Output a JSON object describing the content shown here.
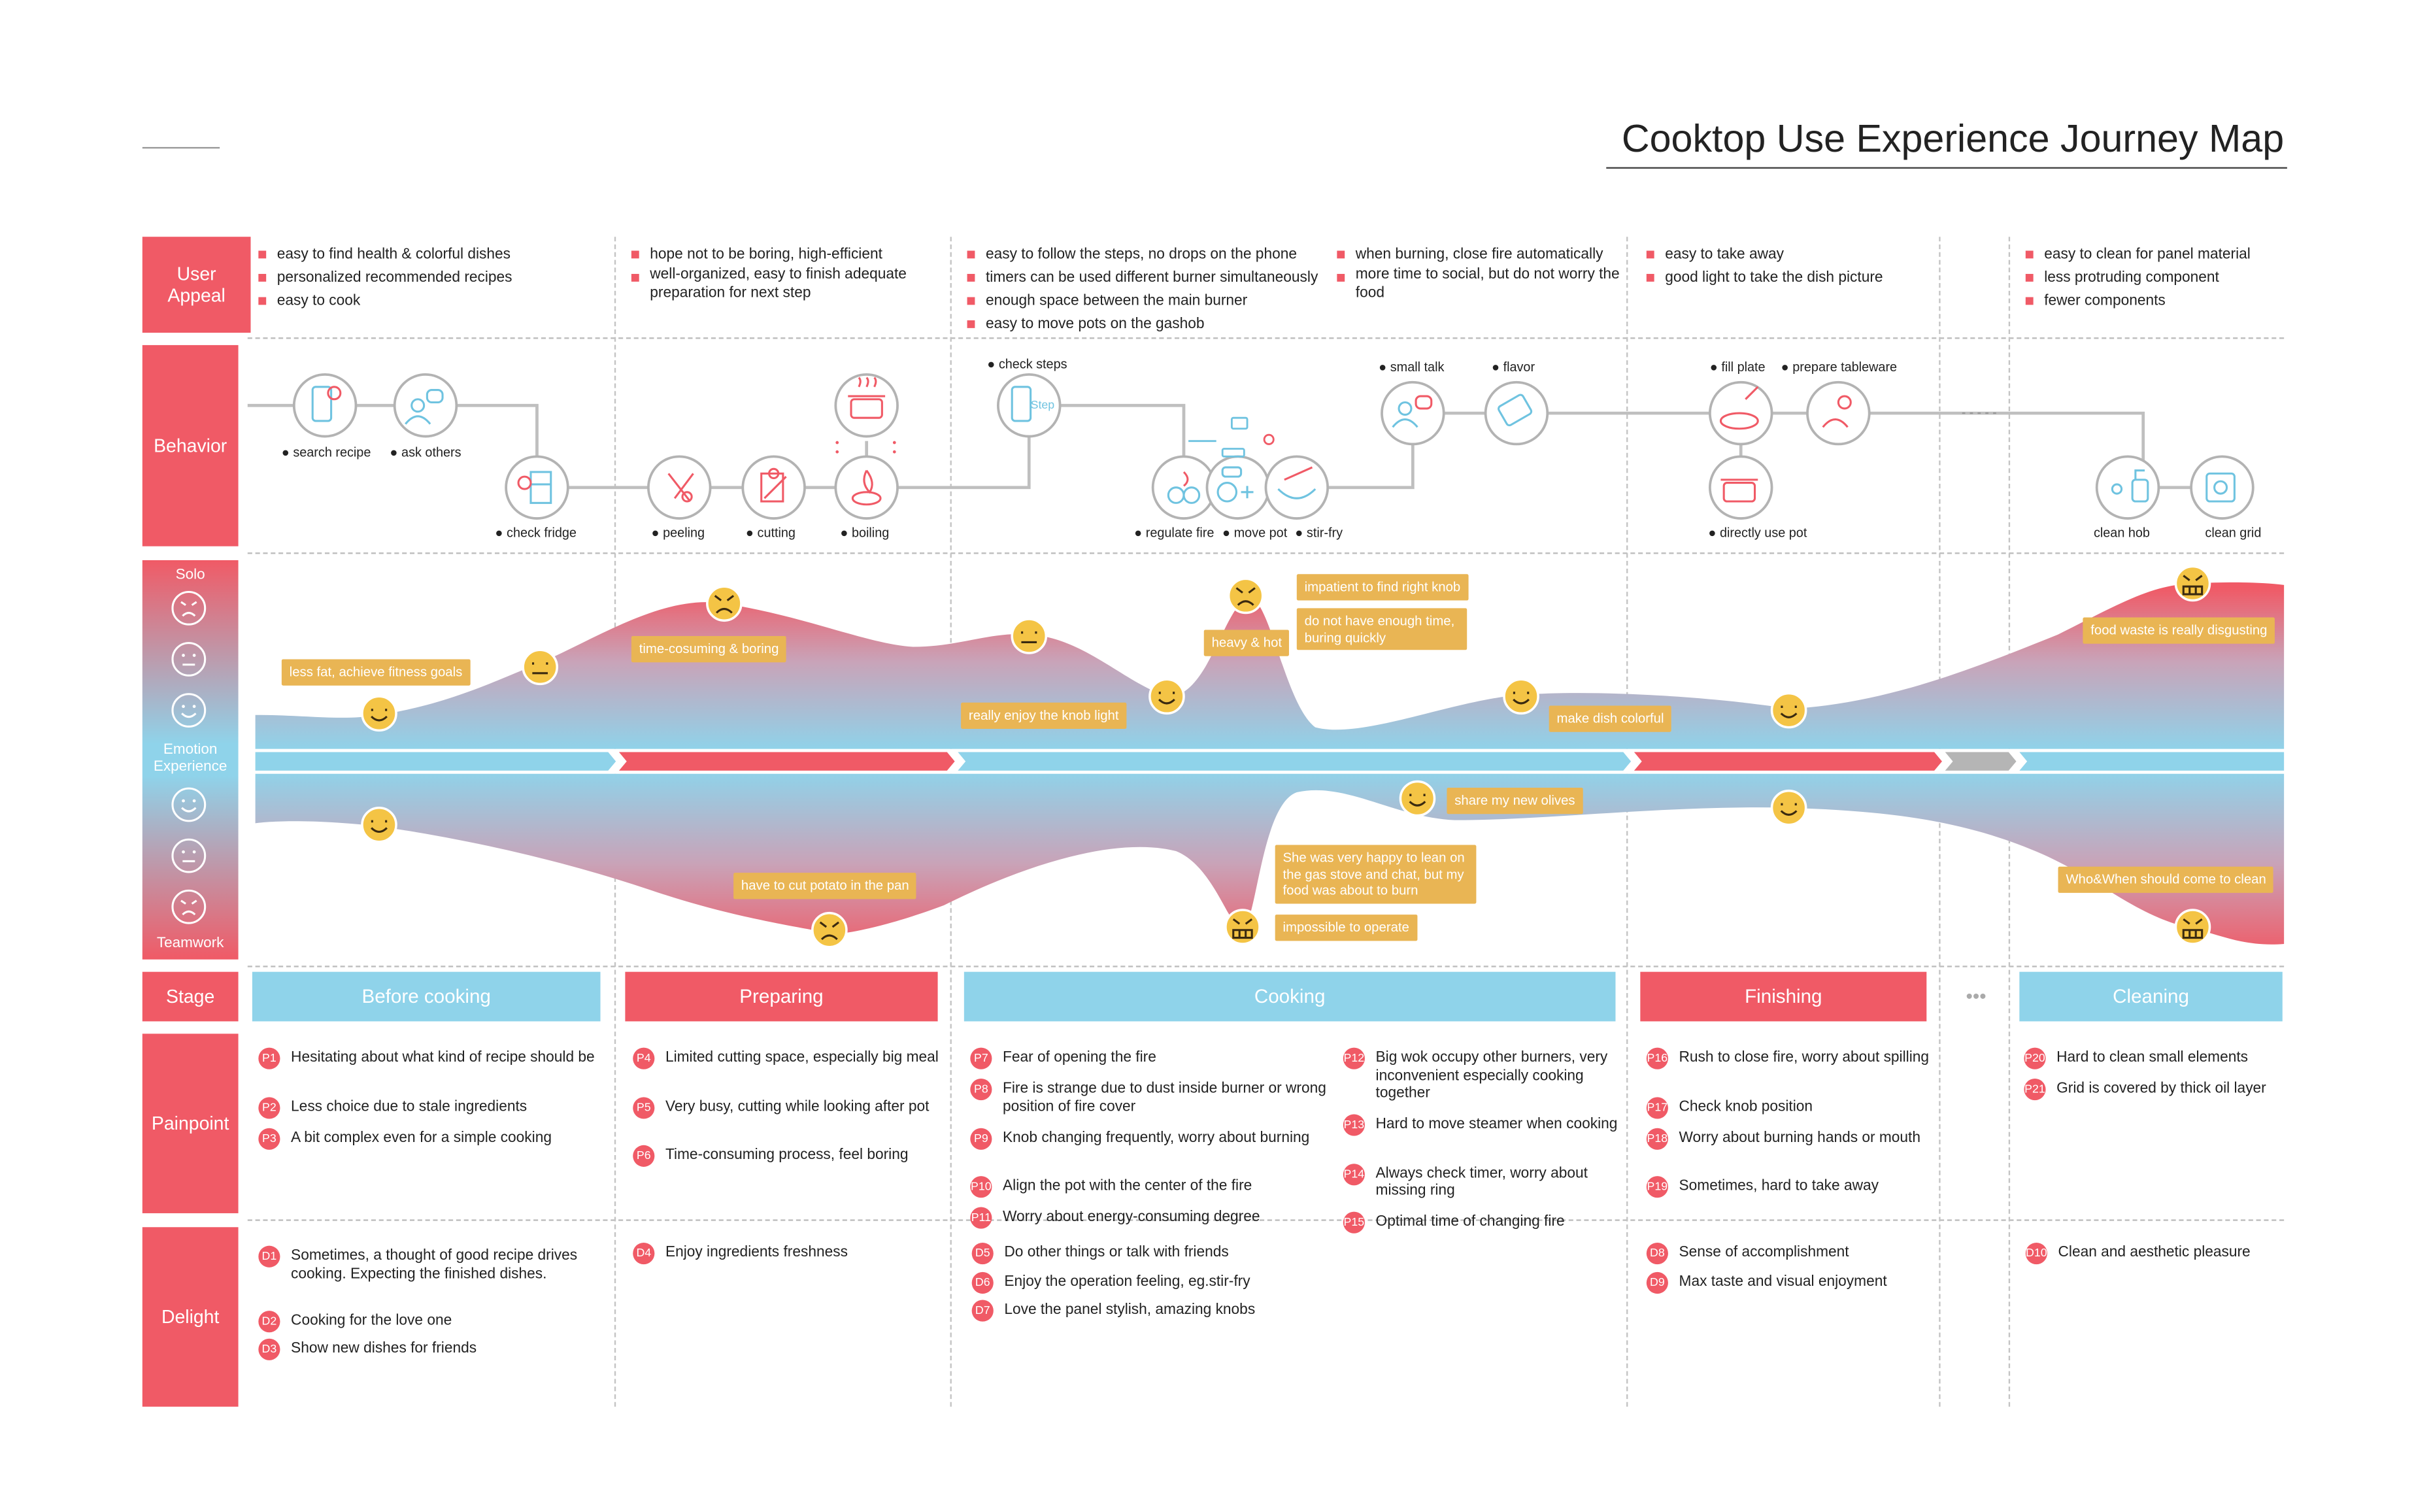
{
  "title": "Cooktop Use Experience Journey Map",
  "rows": {
    "user_appeal": "User Appeal",
    "behavior": "Behavior",
    "emotion_solo": "Solo",
    "emotion_mid": "Emotion Experience",
    "emotion_team": "Teamwork",
    "stage": "Stage",
    "painpoint": "Painpoint",
    "delight": "Delight"
  },
  "user_appeal": [
    [
      "easy to find health & colorful dishes",
      "personalized recommended recipes",
      "easy to cook"
    ],
    [
      "hope not to be boring, high-efficient",
      "well-organized,  easy to finish adequate preparation for next step"
    ],
    [
      "easy to follow the steps, no drops on the phone",
      "timers can be used different burner simultaneously",
      "enough space between the main burner",
      "easy to move pots on the gashob"
    ],
    [
      "when burning, close fire automatically",
      "more time to social, but do not worry the food"
    ],
    [
      "easy to take away",
      "good light to take the dish picture"
    ],
    [
      "easy to clean for panel material",
      "less protruding component",
      "fewer components"
    ]
  ],
  "behavior": {
    "search_recipe": "search recipe",
    "ask_others": "ask others",
    "check_fridge": "check fridge",
    "peeling": "peeling",
    "cutting": "cutting",
    "boiling": "boiling",
    "check_steps": "check steps",
    "step_text": "Step",
    "regulate_fire": "regulate fire",
    "move_pot": "move pot",
    "stir_fry": "stir-fry",
    "small_talk": "small talk",
    "flavor": "flavor",
    "fill_plate": "fill plate",
    "prepare_tableware": "prepare tableware",
    "directly_use_pot": "directly use pot",
    "clean_hob": "clean hob",
    "clean_grid": "clean grid"
  },
  "emotion": {
    "solo": [
      "less fat, achieve fitness goals",
      "time-cosuming & boring",
      "really enjoy the knob light",
      "heavy & hot",
      "impatient to find right knob",
      "do not have enough time, buring quickly",
      "make dish colorful",
      "food waste is really disgusting"
    ],
    "team": [
      "have to cut potato in the pan",
      "She was very happy to lean on the gas stove and chat, but my food was about to burn",
      "impossible to operate",
      "share my new olives",
      "Who&When should come to clean"
    ]
  },
  "stages": [
    "Before cooking",
    "Preparing",
    "Cooking",
    "Finishing",
    "•••",
    "Cleaning"
  ],
  "painpoints": {
    "c1": [
      {
        "id": "P1",
        "text": "Hesitating about what kind of recipe should be"
      },
      {
        "id": "P2",
        "text": "Less choice due to stale ingredients"
      },
      {
        "id": "P3",
        "text": "A bit complex even for a simple cooking"
      }
    ],
    "c2": [
      {
        "id": "P4",
        "text": "Limited cutting space, especially big meal"
      },
      {
        "id": "P5",
        "text": "Very busy, cutting while looking after pot"
      },
      {
        "id": "P6",
        "text": "Time-consuming process, feel boring"
      }
    ],
    "c3a": [
      {
        "id": "P7",
        "text": "Fear of opening the fire"
      },
      {
        "id": "P8",
        "text": "Fire is strange due to dust inside burner or wrong position of fire cover"
      },
      {
        "id": "P9",
        "text": "Knob changing frequently, worry about burning"
      },
      {
        "id": "P10",
        "text": "Align the pot with the center of the fire"
      },
      {
        "id": "P11",
        "text": "Worry about energy-consuming degree"
      }
    ],
    "c3b": [
      {
        "id": "P12",
        "text": "Big wok occupy other burners, very inconvenient especially cooking together"
      },
      {
        "id": "P13",
        "text": "Hard to move steamer when cooking"
      },
      {
        "id": "P14",
        "text": "Always check timer, worry about missing ring"
      },
      {
        "id": "P15",
        "text": "Optimal time of changing fire"
      }
    ],
    "c4": [
      {
        "id": "P16",
        "text": "Rush to close fire, worry about spilling"
      },
      {
        "id": "P17",
        "text": "Check knob position"
      },
      {
        "id": "P18",
        "text": "Worry about burning hands or mouth"
      },
      {
        "id": "P19",
        "text": "Sometimes, hard to take away"
      }
    ],
    "c5": [
      {
        "id": "P20",
        "text": "Hard to clean small elements"
      },
      {
        "id": "P21",
        "text": "Grid is covered by thick oil layer"
      }
    ]
  },
  "delights": {
    "c1": [
      {
        "id": "D1",
        "text": "Sometimes, a thought of good recipe drives cooking. Expecting the finished dishes."
      },
      {
        "id": "D2",
        "text": "Cooking for the love one"
      },
      {
        "id": "D3",
        "text": "Show new dishes for friends"
      }
    ],
    "c2": [
      {
        "id": "D4",
        "text": "Enjoy ingredients freshness"
      }
    ],
    "c3": [
      {
        "id": "D5",
        "text": "Do other things or talk with friends"
      },
      {
        "id": "D6",
        "text": "Enjoy the operation feeling, eg.stir-fry"
      },
      {
        "id": "D7",
        "text": "Love the panel stylish, amazing knobs"
      }
    ],
    "c4": [
      {
        "id": "D8",
        "text": "Sense of accomplishment"
      },
      {
        "id": "D9",
        "text": "Max taste and visual enjoyment"
      }
    ],
    "c5": [
      {
        "id": "D10",
        "text": "Clean and aesthetic pleasure"
      }
    ]
  },
  "colors": {
    "red": "#F05A66",
    "blue": "#8FD3EA",
    "yellow": "#F4C445",
    "bubble": "#E9B554"
  }
}
